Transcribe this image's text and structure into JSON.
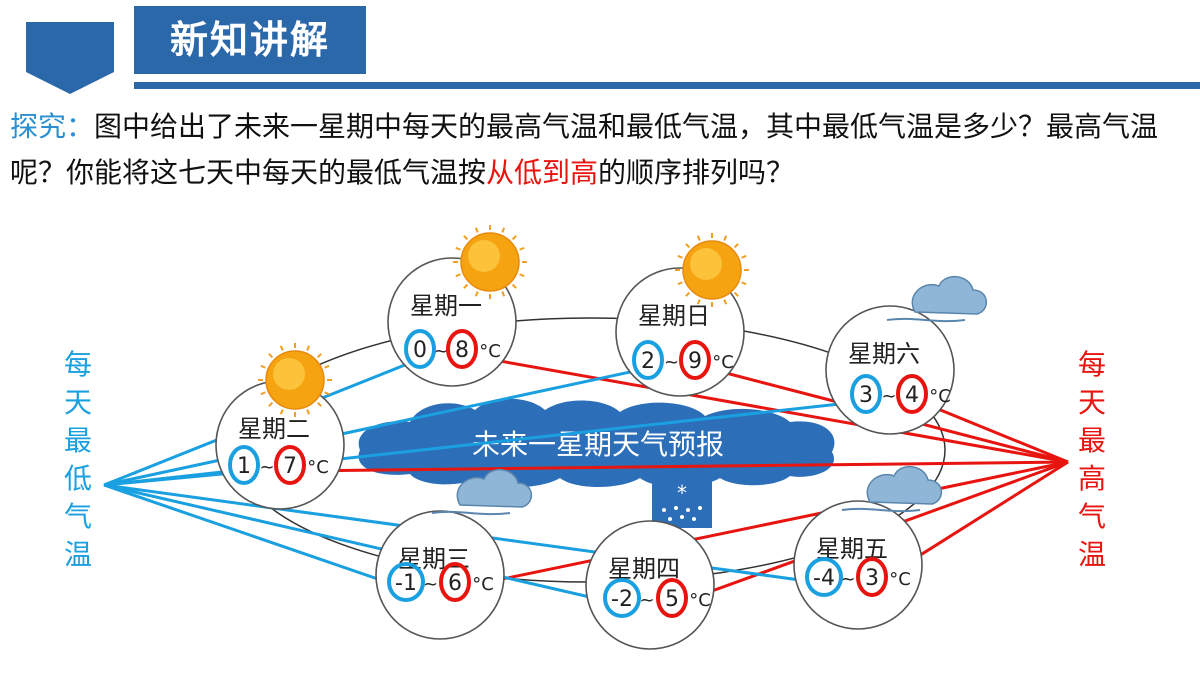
{
  "header": {
    "title": "新知讲解"
  },
  "question": {
    "label": "探究：",
    "text_before": "图中给出了未来一星期中每天的最高气温和最低气温，其中最低气温是多少？最高气温呢？你能将这七天中每天的最低气温按",
    "highlight": "从低到高",
    "text_after": "的顺序排列吗？"
  },
  "side_labels": {
    "left": [
      "每",
      "天",
      "最",
      "低",
      "气",
      "温"
    ],
    "right": [
      "每",
      "天",
      "最",
      "高",
      "气",
      "温"
    ]
  },
  "forecast": {
    "banner": "未来一星期天气预报",
    "unit": "°C",
    "days": [
      {
        "name": "星期一",
        "low": "0",
        "high": "8",
        "weather": "sun-icon"
      },
      {
        "name": "星期日",
        "low": "2",
        "high": "9",
        "weather": "sun-icon"
      },
      {
        "name": "星期六",
        "low": "3",
        "high": "4",
        "weather": "cloud-icon"
      },
      {
        "name": "星期二",
        "low": "1",
        "high": "7",
        "weather": "sun-icon"
      },
      {
        "name": "星期三",
        "low": "-1",
        "high": "6",
        "weather": "cloud-icon"
      },
      {
        "name": "星期四",
        "low": "-2",
        "high": "5",
        "weather": "snow-icon"
      },
      {
        "name": "星期五",
        "low": "-4",
        "high": "3",
        "weather": "cloud-icon"
      }
    ]
  },
  "colors": {
    "accent": "#2a68a9",
    "low": "#1aa0e0",
    "high": "#e8140f",
    "banner": "#2c6fb8"
  }
}
